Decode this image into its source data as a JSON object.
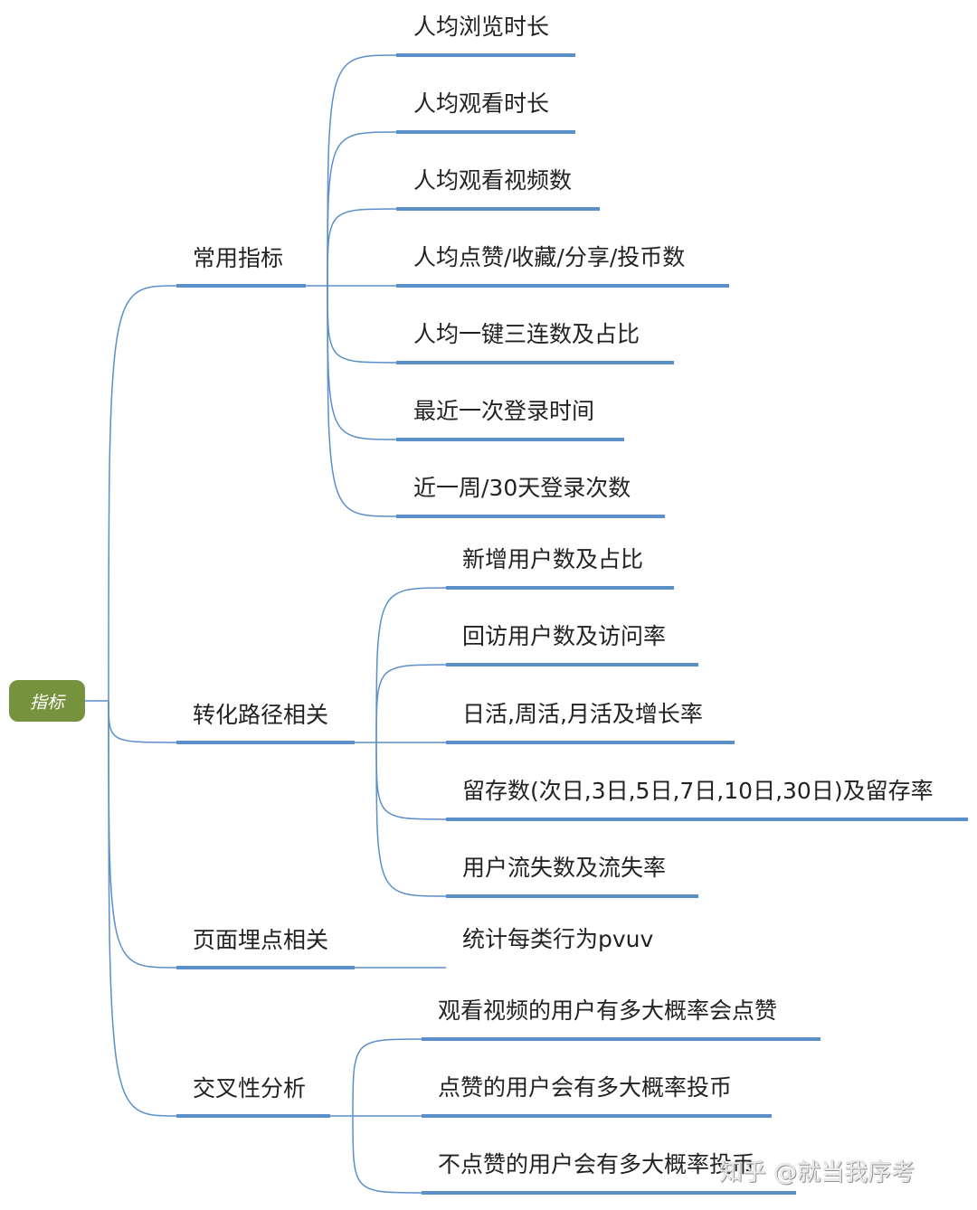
{
  "root": {
    "label": "指标",
    "color": "#76923c"
  },
  "line_color": "#5b8fc9",
  "branches": [
    {
      "label": "常用指标",
      "children": [
        "人均浏览时长",
        "人均观看时长",
        "人均观看视频数",
        "人均点赞/收藏/分享/投币数",
        "人均一键三连数及占比",
        "最近一次登录时间",
        "近一周/30天登录次数"
      ]
    },
    {
      "label": "转化路径相关",
      "children": [
        "新增用户数及占比",
        "回访用户数及访问率",
        "日活,周活,月活及增长率",
        "留存数(次日,3日,5日,7日,10日,30日)及留存率",
        "用户流失数及流失率"
      ]
    },
    {
      "label": "页面埋点相关",
      "children": [
        "统计每类行为pvuv"
      ]
    },
    {
      "label": "交叉性分析",
      "children": [
        "观看视频的用户有多大概率会点赞",
        "点赞的用户会有多大概率投币",
        "不点赞的用户会有多大概率投币"
      ]
    }
  ],
  "watermark": "知乎 @就当我序考"
}
